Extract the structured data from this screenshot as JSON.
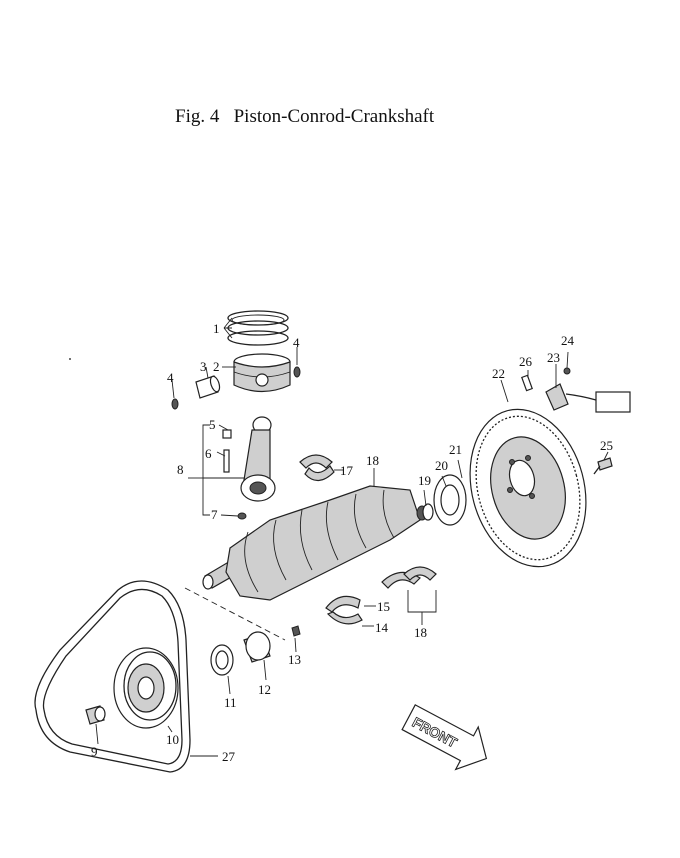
{
  "figure": {
    "title": "Fig. 4   Piston-Conrod-Crankshaft"
  },
  "callouts": {
    "c1": "1",
    "c2": "2",
    "c3": "3",
    "c4a": "4",
    "c4b": "4",
    "c5": "5",
    "c6": "6",
    "c7": "7",
    "c8": "8",
    "c9": "9",
    "c10": "10",
    "c11": "11",
    "c12": "12",
    "c13": "13",
    "c14": "14",
    "c15": "15",
    "c17": "17",
    "c18a": "18",
    "c18b": "18",
    "c19": "19",
    "c20": "20",
    "c21": "21",
    "c22": "22",
    "c23": "23",
    "c24": "24",
    "c25": "25",
    "c26": "26",
    "c27": "27"
  },
  "front_arrow": {
    "label": "FRONT"
  }
}
